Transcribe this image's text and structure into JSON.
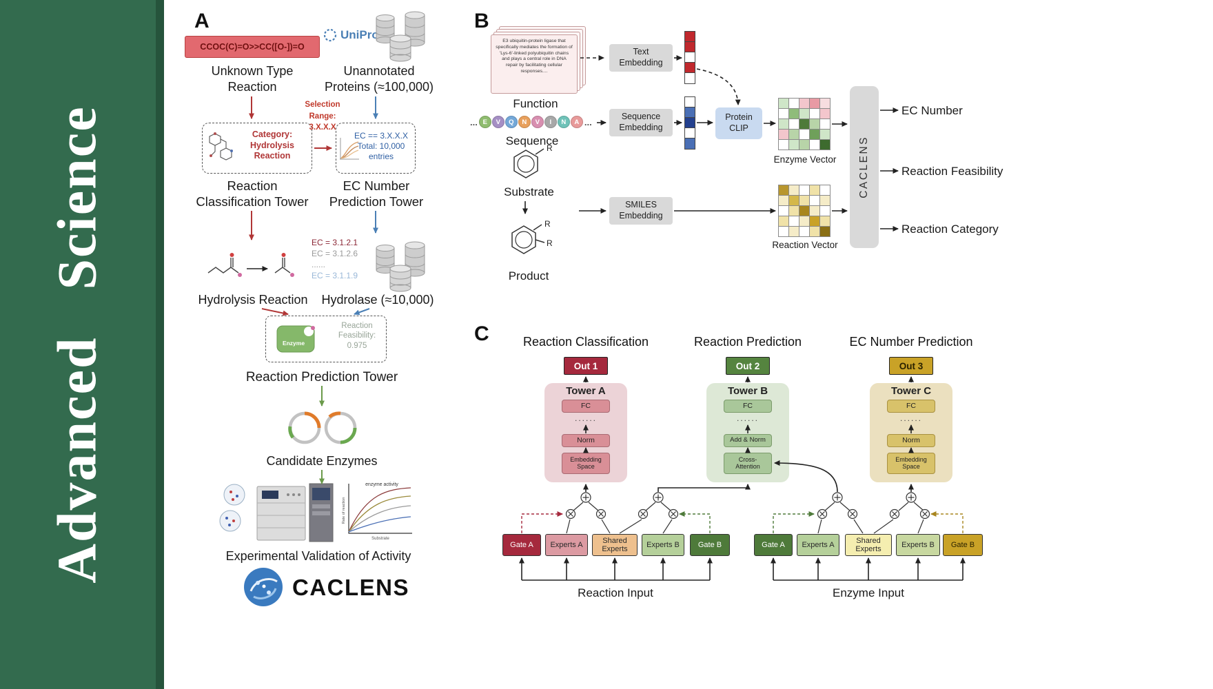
{
  "banner": {
    "text": "Advanced Science",
    "bg_color": "#336b4e"
  },
  "accent_colors": {
    "red": "#b03636",
    "blue": "#4a7fb5",
    "green": "#6a9a4a",
    "banner_green": "#336b4e"
  },
  "panel_a": {
    "label": "A",
    "smiles": "CCOC(C)=O>>CC([O-])=O",
    "unknown_reaction": "Unknown Type\nReaction",
    "uniprot": "UniProt",
    "unannotated": "Unannotated\nProteins (≈100,000)",
    "category_box": "Category:\nHydrolysis\nReaction",
    "selection_range": "Selection\nRange:\n3.X.X.X",
    "ec_box": "EC == 3.X.X.X\nTotal: 10,000\nentries",
    "classification_tower": "Reaction\nClassification Tower",
    "ec_tower": "EC Number\nPrediction Tower",
    "hydrolysis_reaction": "Hydrolysis Reaction",
    "ec_list": [
      {
        "text": "EC = 3.1.2.1",
        "color": "#8b2635"
      },
      {
        "text": "EC = 3.1.2.6",
        "color": "#9a9a9a"
      },
      {
        "text": "......",
        "color": "#9a9a9a"
      },
      {
        "text": "EC = 3.1.1.9",
        "color": "#9ab8d8"
      }
    ],
    "hydrolase": "Hydrolase (≈10,000)",
    "enzyme_badge": "Enzyme",
    "feasibility": "Reaction\nFeasibility:\n0.975",
    "prediction_tower": "Reaction Prediction Tower",
    "candidate_enzymes": "Candidate Enzymes",
    "validation": "Experimental Validation of Activity",
    "logo_text": "CACLENS",
    "graph": {
      "title": "enzyme activity",
      "xlabel": "Substrate",
      "ylabel": "Rate of reaction"
    }
  },
  "panel_b": {
    "label": "B",
    "function_card": "E3 ubiquitin-protein ligase that specifically mediates the formation of 'Lys-6'-linked polyubiquitin chains and plays a central role in DNA repair by facilitating cellular responses....",
    "function_label": "Function",
    "ellipsis": "...",
    "sequence_label": "Sequence",
    "sequence": [
      {
        "letter": "E",
        "color": "#8fbc6f"
      },
      {
        "letter": "V",
        "color": "#a58fc4"
      },
      {
        "letter": "Q",
        "color": "#74a8d8"
      },
      {
        "letter": "N",
        "color": "#e8a05c"
      },
      {
        "letter": "V",
        "color": "#d88fb0"
      },
      {
        "letter": "I",
        "color": "#a8a8a8"
      },
      {
        "letter": "N",
        "color": "#6fc2b8"
      },
      {
        "letter": "A",
        "color": "#e89a9a"
      }
    ],
    "substrate_label": "Substrate",
    "product_label": "Product",
    "r_label": "R",
    "text_embedding": "Text\nEmbedding",
    "sequence_embedding": "Sequence\nEmbedding",
    "smiles_embedding": "SMILES\nEmbedding",
    "protein_clip": "Protein\nCLIP",
    "enzyme_vector_label": "Enzyme Vector",
    "reaction_vector_label": "Reaction Vector",
    "caclens": "CACLENS",
    "outputs": [
      "EC Number",
      "Reaction Feasibility",
      "Reaction Category"
    ],
    "text_vector": [
      "#c0282d",
      "#c0282d",
      "#ffffff",
      "#c0282d",
      "#ffffff"
    ],
    "seq_vector": [
      "#ffffff",
      "#4a6fb5",
      "#23408e",
      "#ffffff",
      "#4a6fb5"
    ],
    "enzyme_matrix": [
      [
        "#cfe6c8",
        "#ffffff",
        "#f3c6cc",
        "#e89aa4",
        "#f7dde0"
      ],
      [
        "#ffffff",
        "#8fbc7a",
        "#cfe6c8",
        "#ffffff",
        "#f3c6cc"
      ],
      [
        "#cfe6c8",
        "#ffffff",
        "#4e7a3a",
        "#b8d4a8",
        "#ffffff"
      ],
      [
        "#f3c6cc",
        "#b8d4a8",
        "#ffffff",
        "#6fa05a",
        "#cfe6c8"
      ],
      [
        "#ffffff",
        "#cfe6c8",
        "#b8d4a8",
        "#ffffff",
        "#3d6b2e"
      ]
    ],
    "reaction_matrix": [
      [
        "#b8962e",
        "#f5ecc8",
        "#ffffff",
        "#f0e2a8",
        "#ffffff"
      ],
      [
        "#f5ecc8",
        "#d4b84a",
        "#f0e2a8",
        "#ffffff",
        "#f5ecc8"
      ],
      [
        "#ffffff",
        "#f0e2a8",
        "#a8861e",
        "#f5ecc8",
        "#ffffff"
      ],
      [
        "#f0e2a8",
        "#ffffff",
        "#f5ecc8",
        "#c9a227",
        "#f0e2a8"
      ],
      [
        "#ffffff",
        "#f5ecc8",
        "#ffffff",
        "#f0e2a8",
        "#8a6f14"
      ]
    ]
  },
  "panel_c": {
    "label": "C",
    "columns": [
      {
        "title": "Reaction Classification",
        "out": "Out 1",
        "tower": "Tower A",
        "fc": "FC",
        "dots": "......",
        "mid": "Norm",
        "bottom": "Embedding\nSpace"
      },
      {
        "title": "Reaction Prediction",
        "out": "Out 2",
        "tower": "Tower B",
        "fc": "FC",
        "dots": "......",
        "mid": "Add & Norm",
        "bottom": "Cross-\nAttention"
      },
      {
        "title": "EC Number Prediction",
        "out": "Out 3",
        "tower": "Tower C",
        "fc": "FC",
        "dots": "......",
        "mid": "Norm",
        "bottom": "Embedding\nSpace"
      }
    ],
    "reaction_experts": [
      {
        "label": "Gate A",
        "bg": "#a5293d",
        "fg": "#ffffff"
      },
      {
        "label": "Experts A",
        "bg": "#dc9aa2",
        "fg": "#2a2a2a"
      },
      {
        "label": "Shared\nExperts",
        "bg": "#eec08e",
        "fg": "#2a2a2a"
      },
      {
        "label": "Experts B",
        "bg": "#b5d09a",
        "fg": "#2a2a2a"
      },
      {
        "label": "Gate B",
        "bg": "#4e7a3a",
        "fg": "#ffffff"
      }
    ],
    "enzyme_experts": [
      {
        "label": "Gate A",
        "bg": "#4e7a3a",
        "fg": "#ffffff"
      },
      {
        "label": "Experts A",
        "bg": "#b5d09a",
        "fg": "#2a2a2a"
      },
      {
        "label": "Shared\nExperts",
        "bg": "#f5eeb0",
        "fg": "#2a2a2a"
      },
      {
        "label": "Experts B",
        "bg": "#c8d8a0",
        "fg": "#2a2a2a"
      },
      {
        "label": "Gate B",
        "bg": "#c9a227",
        "fg": "#2a2200"
      }
    ],
    "reaction_input": "Reaction Input",
    "enzyme_input": "Enzyme Input"
  }
}
